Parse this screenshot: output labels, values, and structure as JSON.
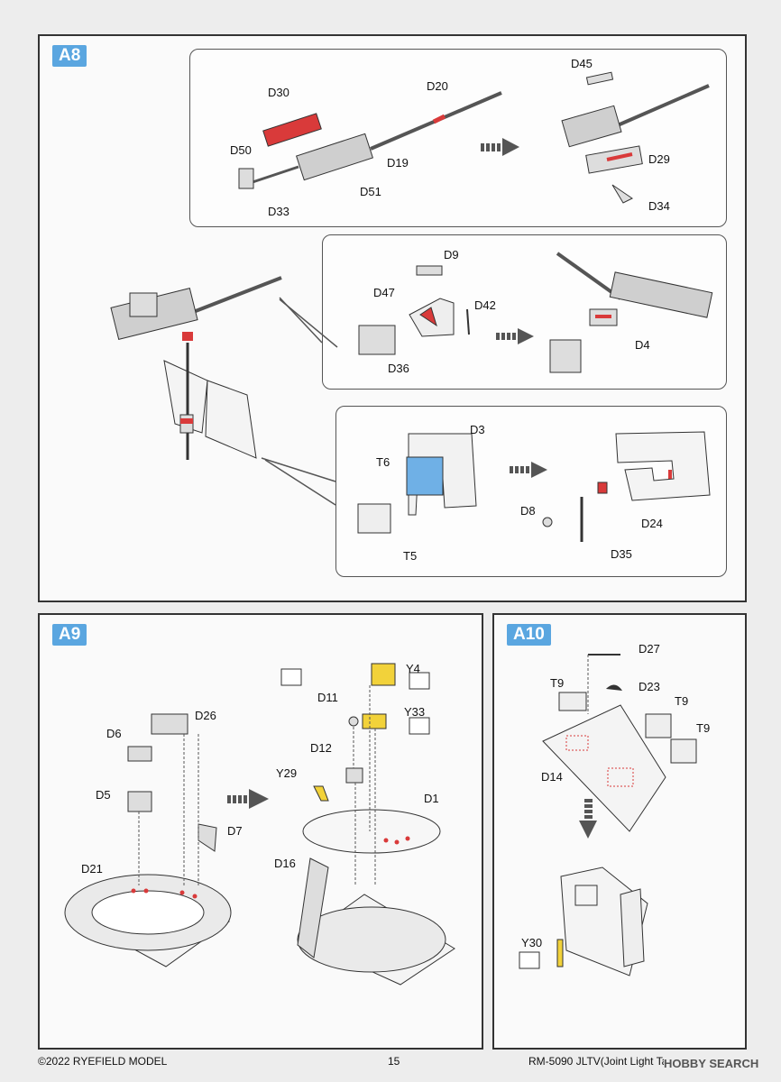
{
  "footer": {
    "copyright": "©2022 RYEFIELD MODEL",
    "page_number": "15",
    "product": "RM-5090 JLTV(Joint Light Tactical Vehicle)",
    "watermark_brand": "HOBBY SEARCH"
  },
  "steps": {
    "a8": {
      "badge": "A8",
      "labels": {
        "d30": "D30",
        "d20": "D20",
        "d50": "D50",
        "d19": "D19",
        "d51": "D51",
        "d33": "D33",
        "d45": "D45",
        "d29": "D29",
        "d34": "D34",
        "d9": "D9",
        "d47": "D47",
        "d42": "D42",
        "d36": "D36",
        "d4": "D4",
        "d3": "D3",
        "t6": "T6",
        "t5": "T5",
        "d8": "D8",
        "d24": "D24",
        "d35": "D35"
      }
    },
    "a9": {
      "badge": "A9",
      "labels": {
        "d26": "D26",
        "d6": "D6",
        "d5": "D5",
        "d7": "D7",
        "d21": "D21",
        "y4": "Y4",
        "d11": "D11",
        "y33": "Y33",
        "d12": "D12",
        "y29": "Y29",
        "d1": "D1",
        "d16": "D16"
      }
    },
    "a10": {
      "badge": "A10",
      "labels": {
        "d27": "D27",
        "t9a": "T9",
        "d23": "D23",
        "t9b": "T9",
        "t9c": "T9",
        "d14": "D14",
        "y30": "Y30"
      }
    }
  },
  "colors": {
    "badge": "#5aa6e0",
    "highlight_red": "#d93a3a",
    "clear_part_blue": "#6fb0e6",
    "yellow_part": "#f2d23a"
  }
}
